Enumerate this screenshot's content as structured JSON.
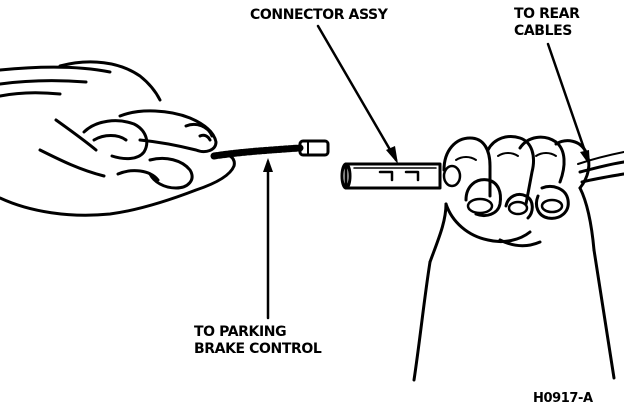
{
  "labels": {
    "connector": "CONNECTOR ASSY",
    "rear_line1": "TO REAR",
    "rear_line2": "CABLES",
    "parking_line1": "TO PARKING",
    "parking_line2": "BRAKE CONTROL",
    "figure_id": "H0917-A"
  },
  "colors": {
    "ink": "#000000",
    "paper": "#ffffff"
  }
}
